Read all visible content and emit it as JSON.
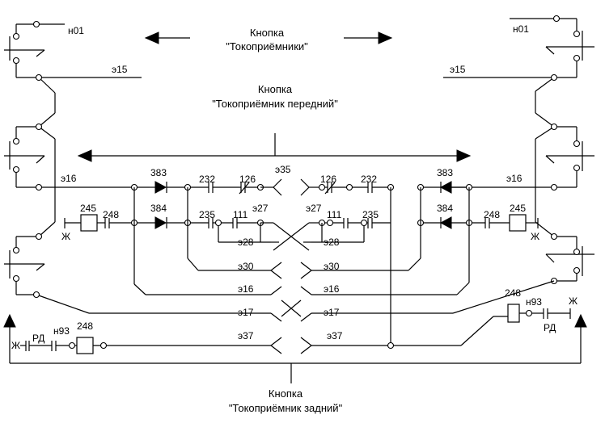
{
  "captions": {
    "top": [
      "Кнопка",
      "\"Токоприёмники\""
    ],
    "mid": [
      "Кнопка",
      "\"Токоприёмник передний\""
    ],
    "bottom": [
      "Кнопка",
      "\"Токоприёмник задний\""
    ]
  },
  "wires": {
    "n01": "н01",
    "e15": "э15",
    "e16": "э16",
    "e35": "э35",
    "e27": "э27",
    "e28": "э28",
    "e30": "э30",
    "e17": "э17",
    "e37": "э37",
    "w383": "383",
    "w384": "384",
    "w232": "232",
    "w126": "126",
    "w235": "235",
    "w111": "111",
    "w245": "245",
    "w248": "248",
    "n93": "н93",
    "rd": "РД",
    "zh": "Ж"
  }
}
